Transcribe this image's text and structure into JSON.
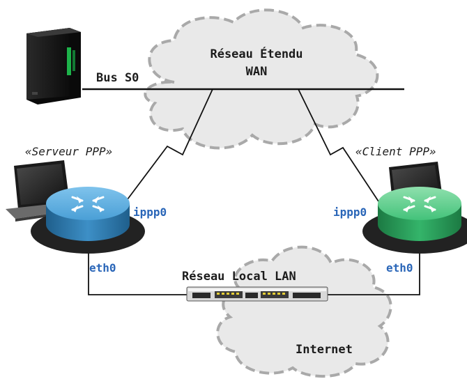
{
  "labels": {
    "wan_line1": "Réseau Étendu",
    "wan_line2": "WAN",
    "bus": "Bus S0",
    "server_role": "«Serveur PPP»",
    "client_role": "«Client PPP»",
    "server_ippp": "ippp0",
    "client_ippp": "ippp0",
    "server_eth": "eth0",
    "client_eth": "eth0",
    "lan": "Réseau Local LAN",
    "internet": "Internet"
  },
  "icons": {
    "isdn_server": "server-tower-icon",
    "server_router": "router-icon",
    "client_router": "router-icon",
    "server_laptop": "laptop-icon",
    "client_laptop": "laptop-icon",
    "switch": "network-switch-icon",
    "wan_cloud": "cloud-icon",
    "internet_cloud": "cloud-icon"
  },
  "colors": {
    "server_router": "#3d8fc6",
    "client_router": "#34b46a",
    "label_blue": "#2a66b8",
    "cloud_fill": "#e9e9e9",
    "cloud_border": "#a9a9a9"
  }
}
